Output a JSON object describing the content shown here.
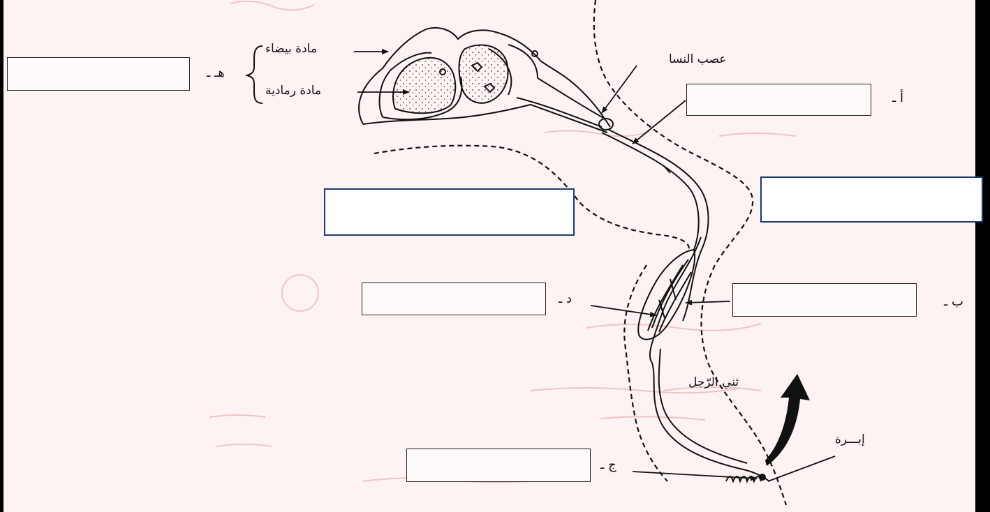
{
  "colors": {
    "paper": "#fdf3f2",
    "ghost_red": "#e9a8a8",
    "ink": "#111111",
    "blue_box_border": "#1f3a73",
    "frame": "#000000"
  },
  "labels": {
    "white_matter": "مادة بيضاء",
    "gray_matter": "مادة رمادية",
    "sciatic_nerve": "عصب النسا",
    "leg_flexion": "ثني الرّجل",
    "needle": "إبـــرة"
  },
  "letters": {
    "a": "أ ـ",
    "b": "ب ـ",
    "j": "ج ـ",
    "d": "د ـ",
    "h": "هـ ـ"
  },
  "answers": {
    "a": "",
    "b": "",
    "j": "",
    "d": "",
    "h": "",
    "blank_left": "",
    "blank_right": ""
  },
  "icons": {
    "arrow": "flexion-arrow-icon",
    "brace": "curly-brace-icon"
  }
}
